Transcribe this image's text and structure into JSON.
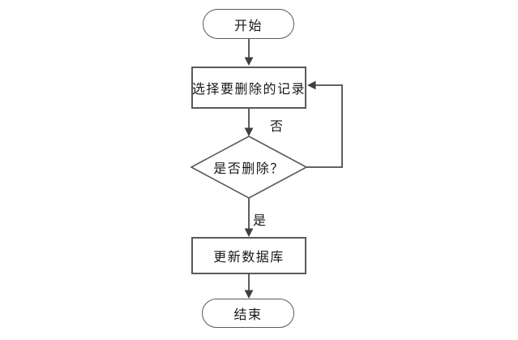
{
  "diagram": {
    "type": "flowchart",
    "nodes": [
      {
        "id": "start",
        "shape": "terminator",
        "label": "开始"
      },
      {
        "id": "select-record",
        "shape": "process",
        "label": "选择要删除的记录"
      },
      {
        "id": "confirm-delete",
        "shape": "decision",
        "label": "是否删除？"
      },
      {
        "id": "update-database",
        "shape": "process",
        "label": "更新数据库"
      },
      {
        "id": "end",
        "shape": "terminator",
        "label": "结束"
      }
    ],
    "edges": [
      {
        "from": "start",
        "to": "select-record",
        "label": ""
      },
      {
        "from": "select-record",
        "to": "confirm-delete",
        "label": ""
      },
      {
        "from": "confirm-delete",
        "to": "select-record",
        "label": "否"
      },
      {
        "from": "confirm-delete",
        "to": "update-database",
        "label": "是"
      },
      {
        "from": "update-database",
        "to": "end",
        "label": ""
      }
    ],
    "colors": {
      "background": "#ffffff",
      "shape_border": "#595959",
      "connector": "#4d4d4d",
      "arrowhead": "#404040",
      "text": "#1a1a1a"
    }
  }
}
